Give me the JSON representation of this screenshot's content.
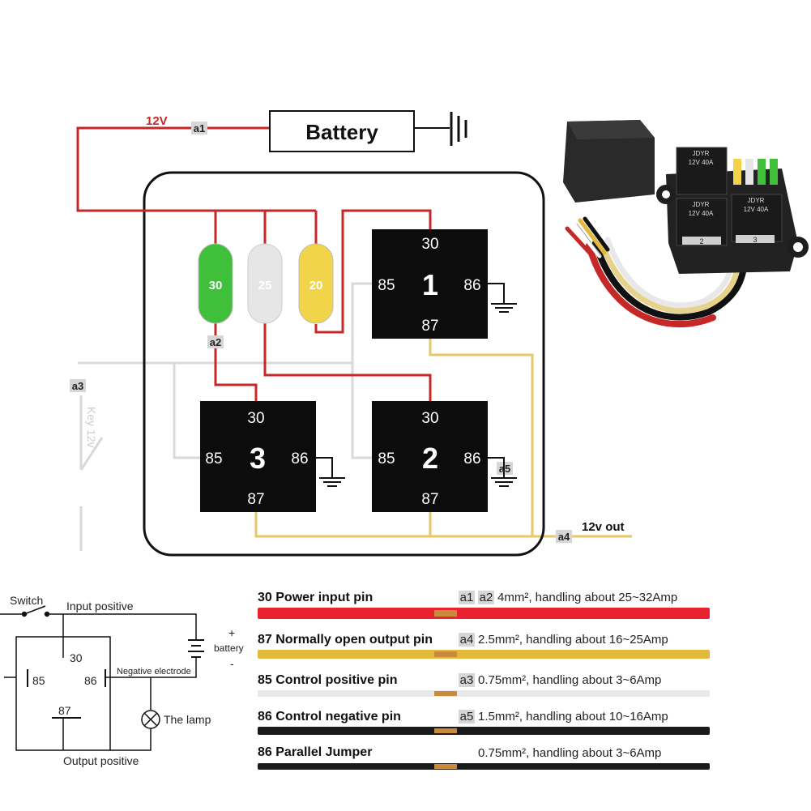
{
  "top_diagram": {
    "voltage_label": "12V",
    "battery_label": "Battery",
    "key_label": "Key 12v",
    "out_label": "12v out",
    "tags": {
      "a1": "a1",
      "a2": "a2",
      "a3": "a3",
      "a4": "a4",
      "a5": "a5"
    },
    "fuses": [
      {
        "value": "30",
        "color": "#3fbf3a"
      },
      {
        "value": "25",
        "color": "#e6e6e6"
      },
      {
        "value": "20",
        "color": "#f2d44a"
      }
    ],
    "relays": [
      {
        "number": "1",
        "pin_top": "30",
        "pin_left": "85",
        "pin_right": "86",
        "pin_bottom": "87"
      },
      {
        "number": "3",
        "pin_top": "30",
        "pin_left": "85",
        "pin_right": "86",
        "pin_bottom": "87"
      },
      {
        "number": "2",
        "pin_top": "30",
        "pin_left": "85",
        "pin_right": "86",
        "pin_bottom": "87"
      }
    ],
    "product_relays": [
      {
        "brand": "JDYR",
        "spec": "12V  40A"
      },
      {
        "brand": "JDYR",
        "spec": "12V  40A"
      },
      {
        "brand": "JDYR",
        "spec": "12V  40A"
      }
    ],
    "product_slots": [
      "2",
      "3"
    ]
  },
  "schematic": {
    "switch_label": "Switch",
    "input_positive": "Input positive",
    "pin_30": "30",
    "pin_85": "85",
    "pin_86": "86",
    "pin_87": "87",
    "plus_sign": "+",
    "minus_sign": "-",
    "battery_label": "battery",
    "negative_electrode": "Negative electrode",
    "lamp_label": "The lamp",
    "output_positive": "Output positive"
  },
  "legend": [
    {
      "title": "30 Power input pin",
      "tags": [
        "a1",
        "a2"
      ],
      "spec": "4mm², handling about 25~32Amp",
      "wire_color": "#e8232f"
    },
    {
      "title": "87 Normally open output pin",
      "tags": [
        "a4"
      ],
      "spec": "2.5mm², handling about 16~25Amp",
      "wire_color": "#e2b93b"
    },
    {
      "title": "85 Control positive pin",
      "tags": [
        "a3"
      ],
      "spec": "0.75mm², handling about 3~6Amp",
      "wire_color": "#e9e9e9"
    },
    {
      "title": "86 Control negative pin",
      "tags": [
        "a5"
      ],
      "spec": "1.5mm², handling about 10~16Amp",
      "wire_color": "#1a1a1a"
    },
    {
      "title": "86 Parallel Jumper",
      "tags": [],
      "spec": "0.75mm², handling about 3~6Amp",
      "wire_color": "#1a1a1a"
    }
  ],
  "colors": {
    "power_wire": "#c62828",
    "output_wire": "#e8c766",
    "control_wire": "#d9d9d9",
    "relay_body": "#0c0c0c",
    "copper": "#c98a3c"
  }
}
